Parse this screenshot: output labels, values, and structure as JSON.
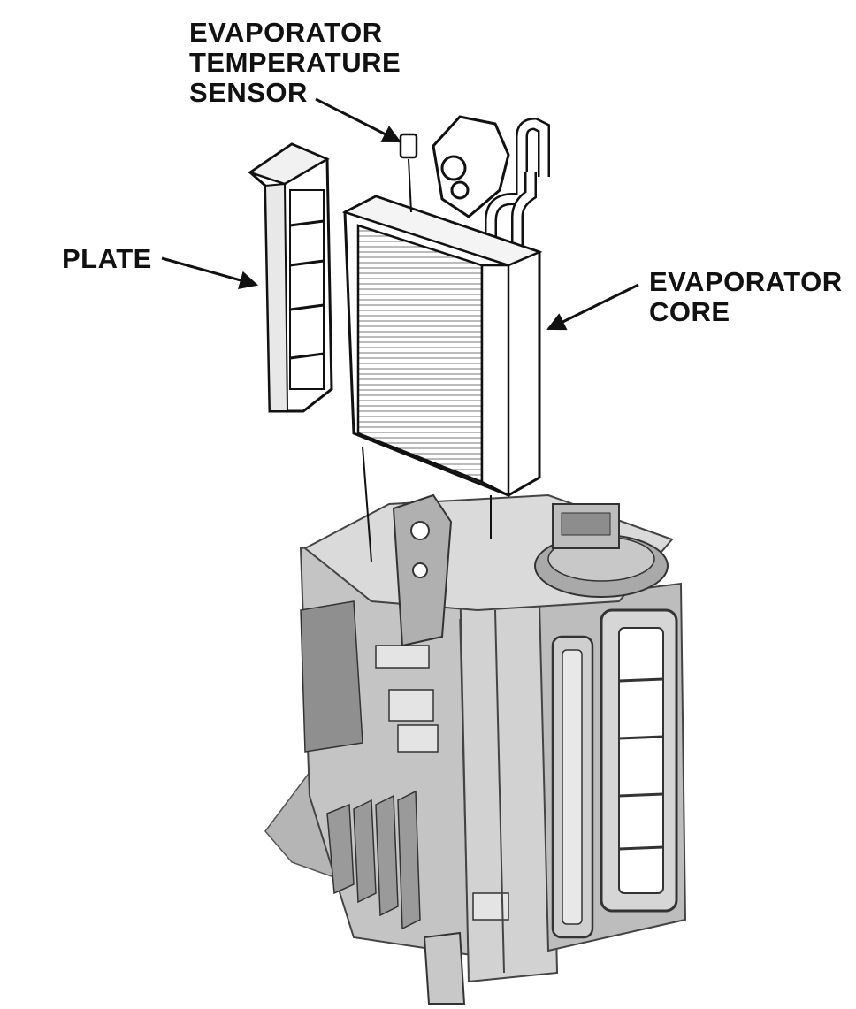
{
  "labels": {
    "sensor": [
      "EVAPORATOR",
      "TEMPERATURE",
      "SENSOR"
    ],
    "plate": "PLATE",
    "core": [
      "EVAPORATOR",
      "CORE"
    ]
  },
  "colors": {
    "ink": "#111111",
    "housing_light": "#c9c9c9",
    "housing_mid": "#a8a8a8",
    "housing_dark": "#7a7a7a",
    "paper": "#ffffff"
  }
}
